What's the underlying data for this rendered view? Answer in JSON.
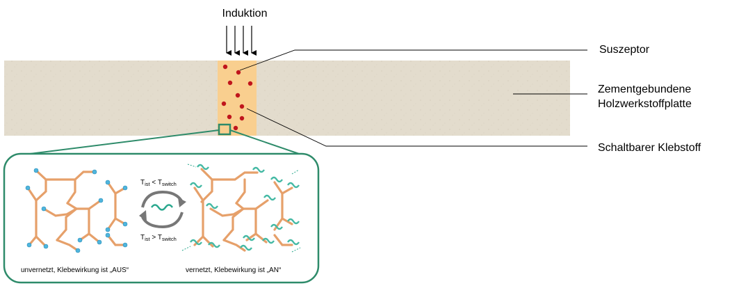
{
  "labels": {
    "induction": "Induktion",
    "susceptor": "Suszeptor",
    "board_line1": "Zementgebundene",
    "board_line2": "Holzwerkstoffplatte",
    "adhesive": "Schaltbarer Klebstoff"
  },
  "inset": {
    "left_caption": "unvernetzt, Klebewirkung ist „AUS“",
    "right_caption": "vernetzt, Klebewirkung ist „AN“",
    "cond_top": {
      "t": "T",
      "sub1": "ist",
      "op": " < ",
      "t2": "T",
      "sub2": "switch"
    },
    "cond_bottom": {
      "t": "T",
      "sub1": "ist",
      "op": " > ",
      "t2": "T",
      "sub2": "switch"
    }
  },
  "colors": {
    "board": "#e3dccd",
    "adhesive_band": "#f9cf8f",
    "susceptor_dot": "#c0151c",
    "frame_green": "#2e8b6a",
    "chain_orange": "#f2b27c",
    "endgroup_blue": "#4fb5dd",
    "teal_group": "#44b9a4"
  }
}
